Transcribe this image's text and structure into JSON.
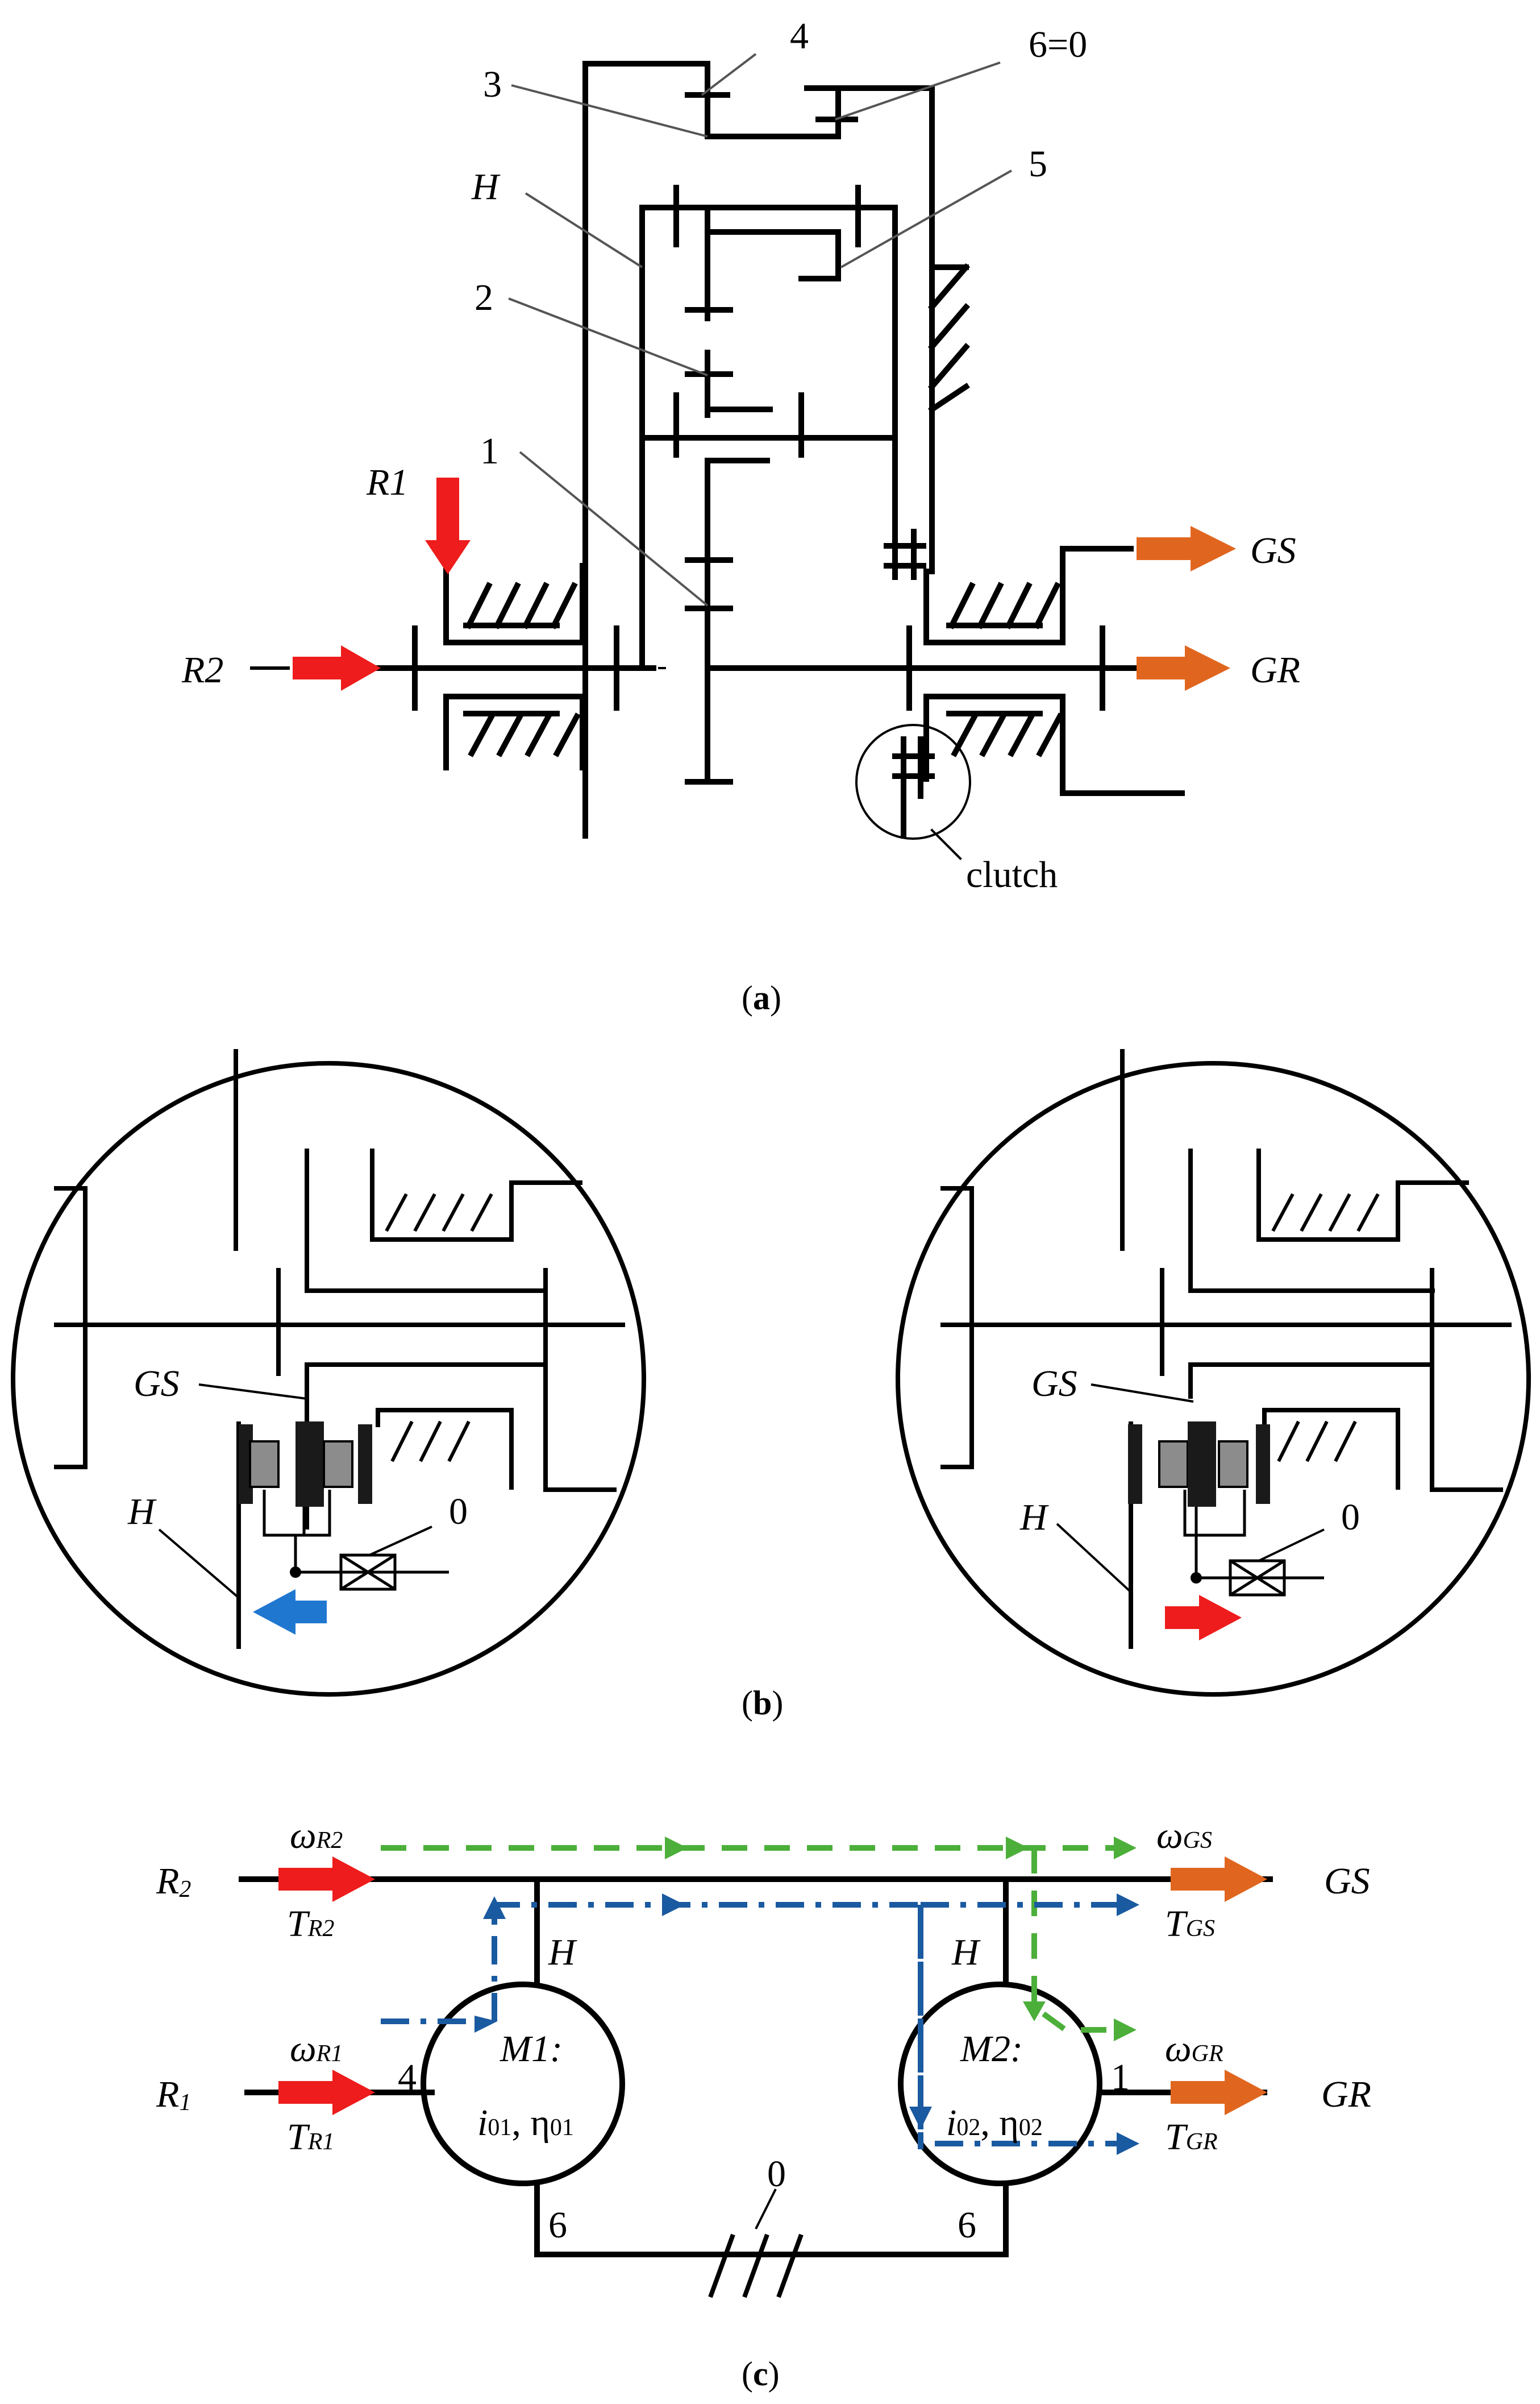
{
  "panel_a": {
    "labels": {
      "n4": "4",
      "n6": "6=0",
      "n3": "3",
      "n5": "5",
      "H": "H",
      "n2": "2",
      "n1": "1",
      "R1": "R1",
      "R2": "R2",
      "GS": "GS",
      "GR": "GR",
      "clutch": "clutch"
    },
    "caption": {
      "open": "(",
      "letter": "a",
      "close": ")"
    }
  },
  "panel_b": {
    "left": {
      "GS": "GS",
      "H": "H",
      "zero": "0"
    },
    "right": {
      "GS": "GS",
      "H": "H",
      "zero": "0"
    },
    "caption": {
      "open": "(",
      "letter": "b",
      "close": ")"
    }
  },
  "panel_c": {
    "R2": {
      "main": "R",
      "sub": "2"
    },
    "R1": {
      "main": "R",
      "sub": "1"
    },
    "GS": "GS",
    "GR": "GR",
    "omegaR2": {
      "main": "ω",
      "sub": "R2"
    },
    "TR2": {
      "main": "T",
      "sub": "R2"
    },
    "omegaR1": {
      "main": "ω",
      "sub": "R1"
    },
    "TR1": {
      "main": "T",
      "sub": "R1"
    },
    "omegaGS": {
      "main": "ω",
      "sub": "GS"
    },
    "TGS": {
      "main": "T",
      "sub": "GS"
    },
    "omegaGR": {
      "main": "ω",
      "sub": "GR"
    },
    "TGR": {
      "main": "T",
      "sub": "GR"
    },
    "H1": "H",
    "H2": "H",
    "M1": "M1:",
    "M2": "M2:",
    "M1_i": "i",
    "M1_i_sub": "01",
    "M1_eta": ", η",
    "M1_eta_sub": "01",
    "M2_i": "i",
    "M2_i_sub": "02",
    "M2_eta": ", η",
    "M2_eta_sub": "02",
    "n4": "4",
    "n1": "1",
    "n6a": "6",
    "n6b": "6",
    "n0": "0",
    "caption": {
      "open": "(",
      "letter": "c",
      "close": ")"
    }
  },
  "colors": {
    "input_arrow": "#ee1c1c",
    "output_arrow": "#e0661f",
    "power_flow_green": "#4caf3a",
    "power_flow_blue": "#1a5aa0",
    "shift_left": "#1f77d0",
    "shift_right": "#ee1c1c",
    "synchro_gray": "#8c8c8c"
  }
}
